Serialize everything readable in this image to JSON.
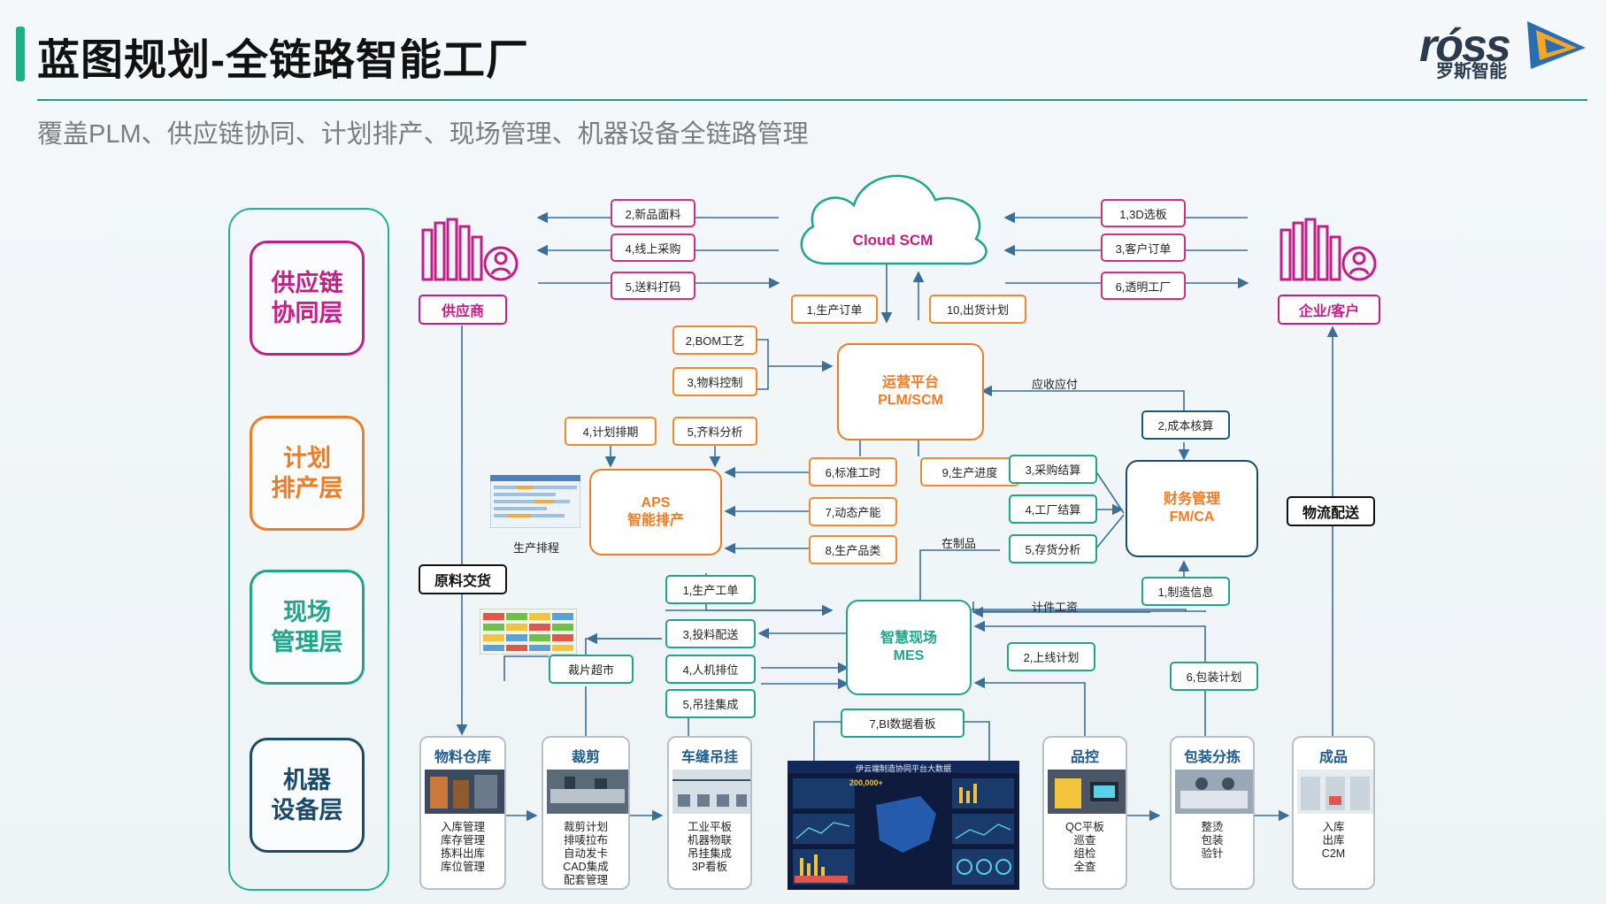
{
  "header": {
    "title": "蓝图规划-全链路智能工厂",
    "subtitle": "覆盖PLM、供应链协同、计划排产、现场管理、机器设备全链路管理",
    "logo_text": "róss",
    "logo_sub": "罗斯智能"
  },
  "layers": [
    {
      "label": "供应链\n协同层",
      "color": "#c31e87"
    },
    {
      "label": "计划\n排产层",
      "color": "#ef7b22"
    },
    {
      "label": "现场\n管理层",
      "color": "#1fa58a"
    },
    {
      "label": "机器\n设备层",
      "color": "#1b4a6b"
    }
  ],
  "cloud": {
    "label": "Cloud SCM"
  },
  "supplier": {
    "label": "供应商"
  },
  "customer": {
    "label": "企业/客户"
  },
  "supplier_flows": [
    "2,新品面料",
    "4,线上采购",
    "5,送料打码"
  ],
  "customer_flows": [
    "1,3D选板",
    "3,客户订单",
    "6,透明工厂"
  ],
  "cloud_down": "1,生产订单",
  "cloud_up": "10,出货计划",
  "plm": {
    "label": "运营平台\nPLM/SCM",
    "inputs": [
      "2,BOM工艺",
      "3,物料控制"
    ],
    "receivable": "应收应付"
  },
  "aps": {
    "label": "APS\n智能排产",
    "caption": "生产排程",
    "top_inputs": [
      "4,计划排期",
      "5,齐料分析"
    ],
    "right_inputs": [
      "6,标准工时",
      "7,动态产能",
      "8,生产品类"
    ],
    "progress": "9,生产进度"
  },
  "finance": {
    "label": "财务管理\nFM/CA",
    "inputs": [
      "3,采购结算",
      "4,工厂结算",
      "5,存货分析"
    ],
    "cost": "2,成本核算",
    "mfg_info": "1,制造信息",
    "wip": "在制品"
  },
  "mes": {
    "label": "智慧现场\nMES",
    "left_items": [
      "1,生产工单",
      "3,投料配送",
      "4,人机排位",
      "5,吊挂集成"
    ],
    "bi": "7,BI数据看板",
    "piece_wage": "计件工资",
    "line_plan": "2,上线计划",
    "pack_plan": "6,包装计划"
  },
  "material_delivery": "原料交货",
  "cut_market": "裁片超市",
  "logistics": "物流配送",
  "dashboard": {
    "title": "伊云端制造协同平台大数据",
    "figure": "200,000+"
  },
  "cards": [
    {
      "title": "物料仓库",
      "desc": "入库管理\n库存管理\n拣料出库\n库位管理"
    },
    {
      "title": "裁剪",
      "desc": "裁剪计划\n排唛拉布\n自动发卡\nCAD集成\n配套管理"
    },
    {
      "title": "车缝吊挂",
      "desc": "工业平板\n机器物联\n吊挂集成\n3P看板"
    },
    {
      "title": "品控",
      "desc": "QC平板\n巡查\n组检\n全查"
    },
    {
      "title": "包装分拣",
      "desc": "整烫\n包装\n验针"
    },
    {
      "title": "成品",
      "desc": "入库\n出库\nC2M"
    }
  ],
  "colors": {
    "teal": "#1fa58a",
    "pink": "#c31e87",
    "orange": "#ef7b22",
    "navy": "#1b4a6b",
    "arrow": "#3b6f98"
  }
}
